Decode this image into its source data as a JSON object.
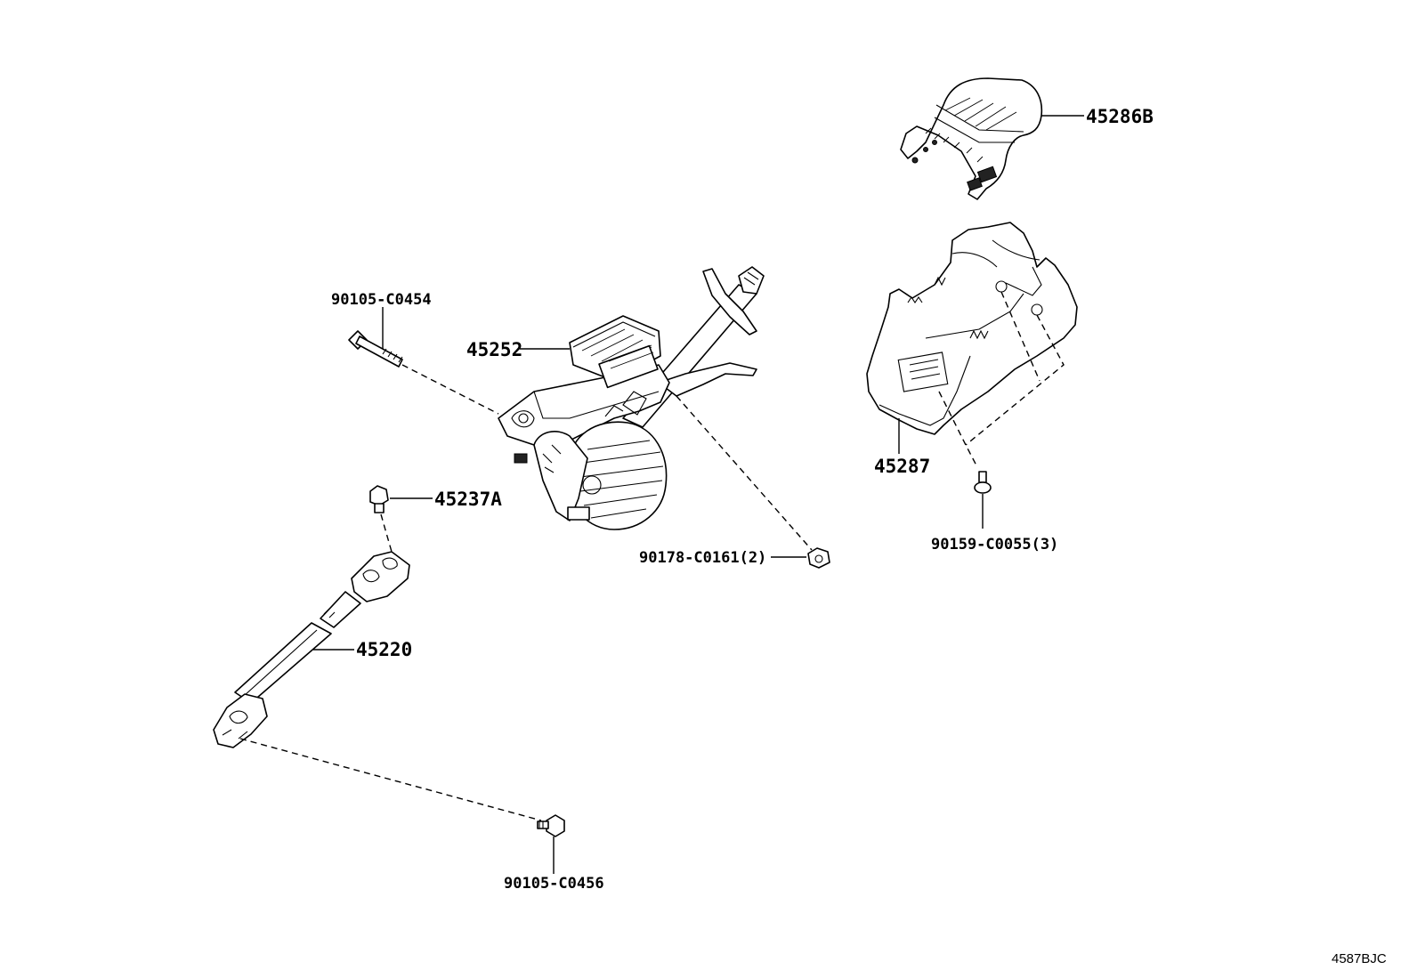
{
  "diagram": {
    "parts": {
      "p45286B": "45286B",
      "p45252": "45252",
      "p90105_C0454": "90105-C0454",
      "p45287": "45287",
      "p45237A": "45237A",
      "p90178_C0161": "90178-C0161(2)",
      "p90159_C0055": "90159-C0055(3)",
      "p45220": "45220",
      "p90105_C0456": "90105-C0456"
    },
    "reference_code": "4587BJC"
  }
}
